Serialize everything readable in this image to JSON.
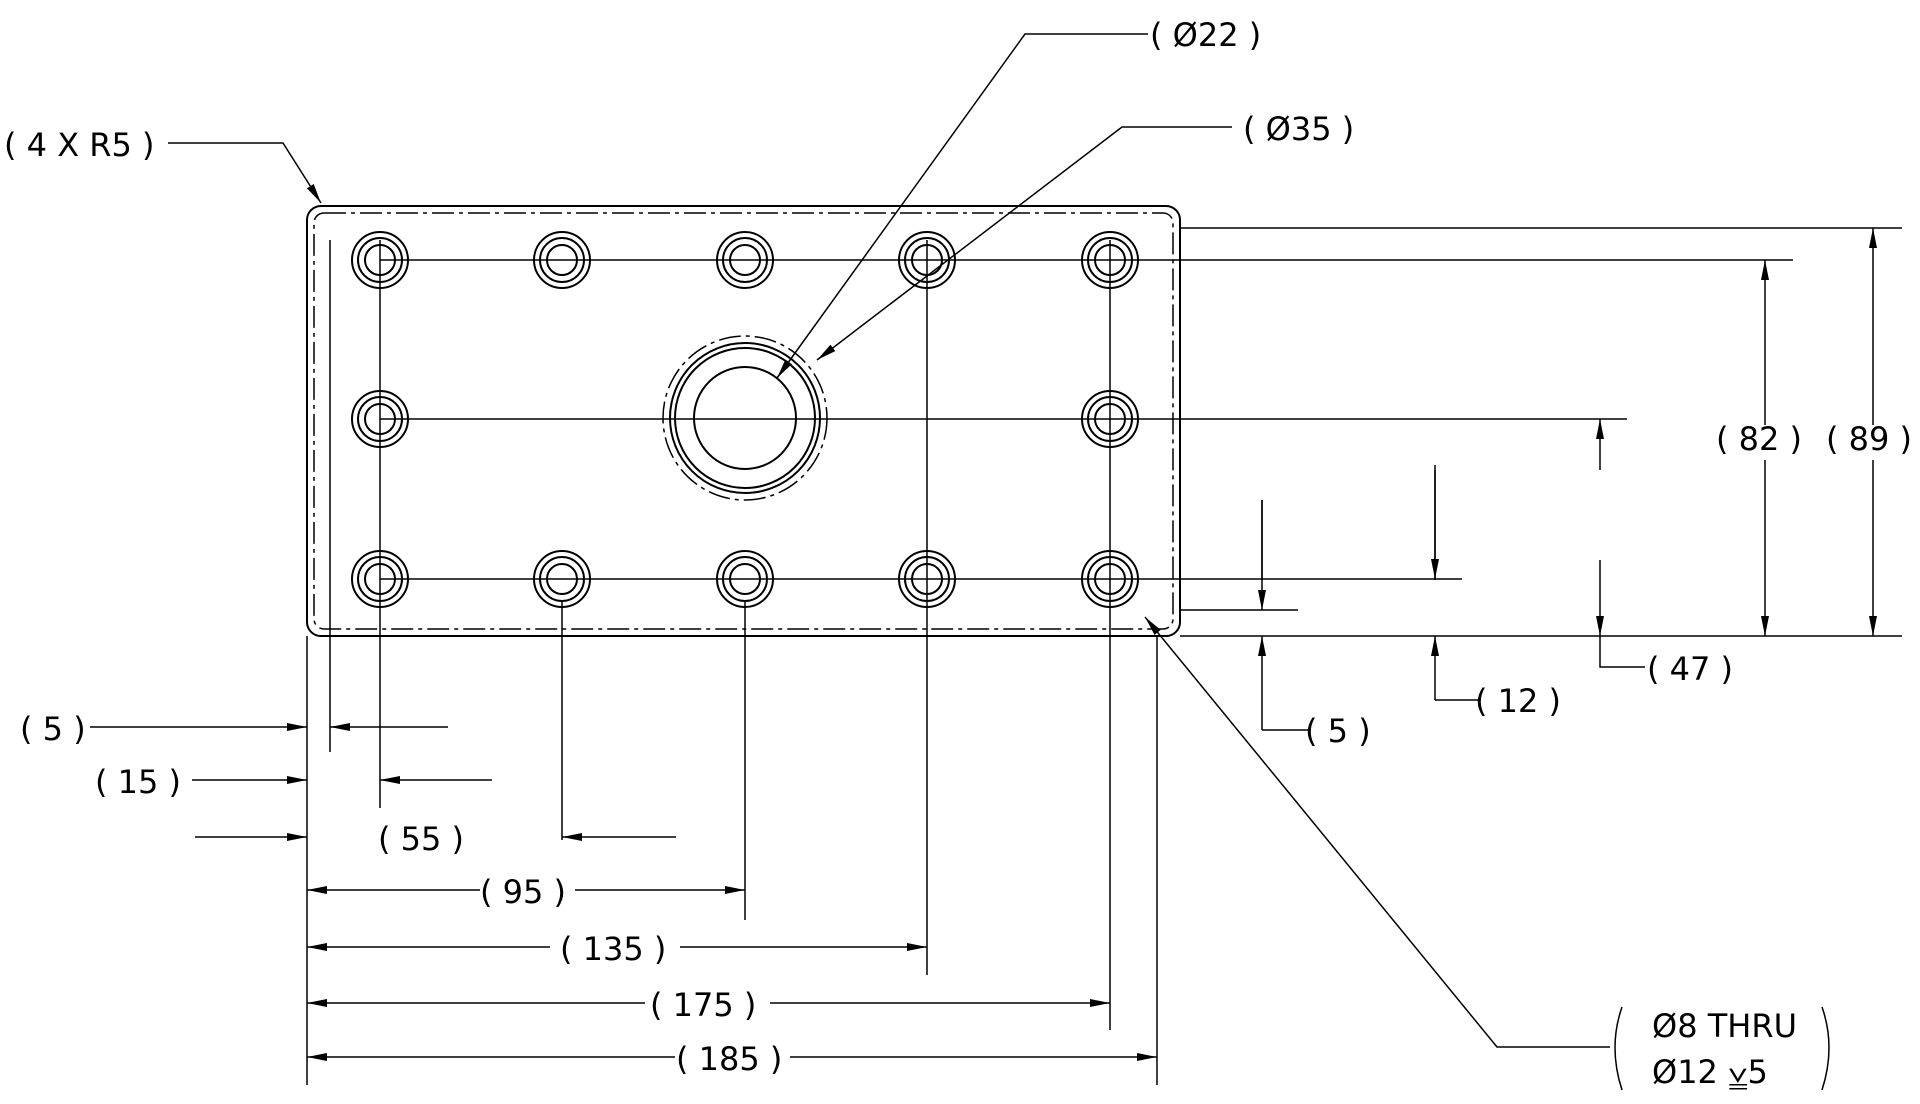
{
  "callouts": {
    "corner_radius": "( 4 X R5 )",
    "bore_small": "( Ø22 )",
    "bore_large": "( Ø35 )",
    "hole_note_line1": "Ø8 THRU",
    "hole_note_line2": "Ø12 ⩣5"
  },
  "dimensions": {
    "h_5": "( 5 )",
    "h_15": "( 15 )",
    "h_55": "( 55 )",
    "h_95": "( 95 )",
    "h_135": "( 135 )",
    "h_175": "( 175 )",
    "h_185": "( 185 )",
    "v_82": "( 82 )",
    "v_89": "( 89 )",
    "v_47": "( 47 )",
    "v_12": "( 12 )",
    "v_5": "( 5 )"
  },
  "holes": {
    "pattern": "8 mm through holes with Ø12 counterbore 5 deep",
    "count": 12
  }
}
